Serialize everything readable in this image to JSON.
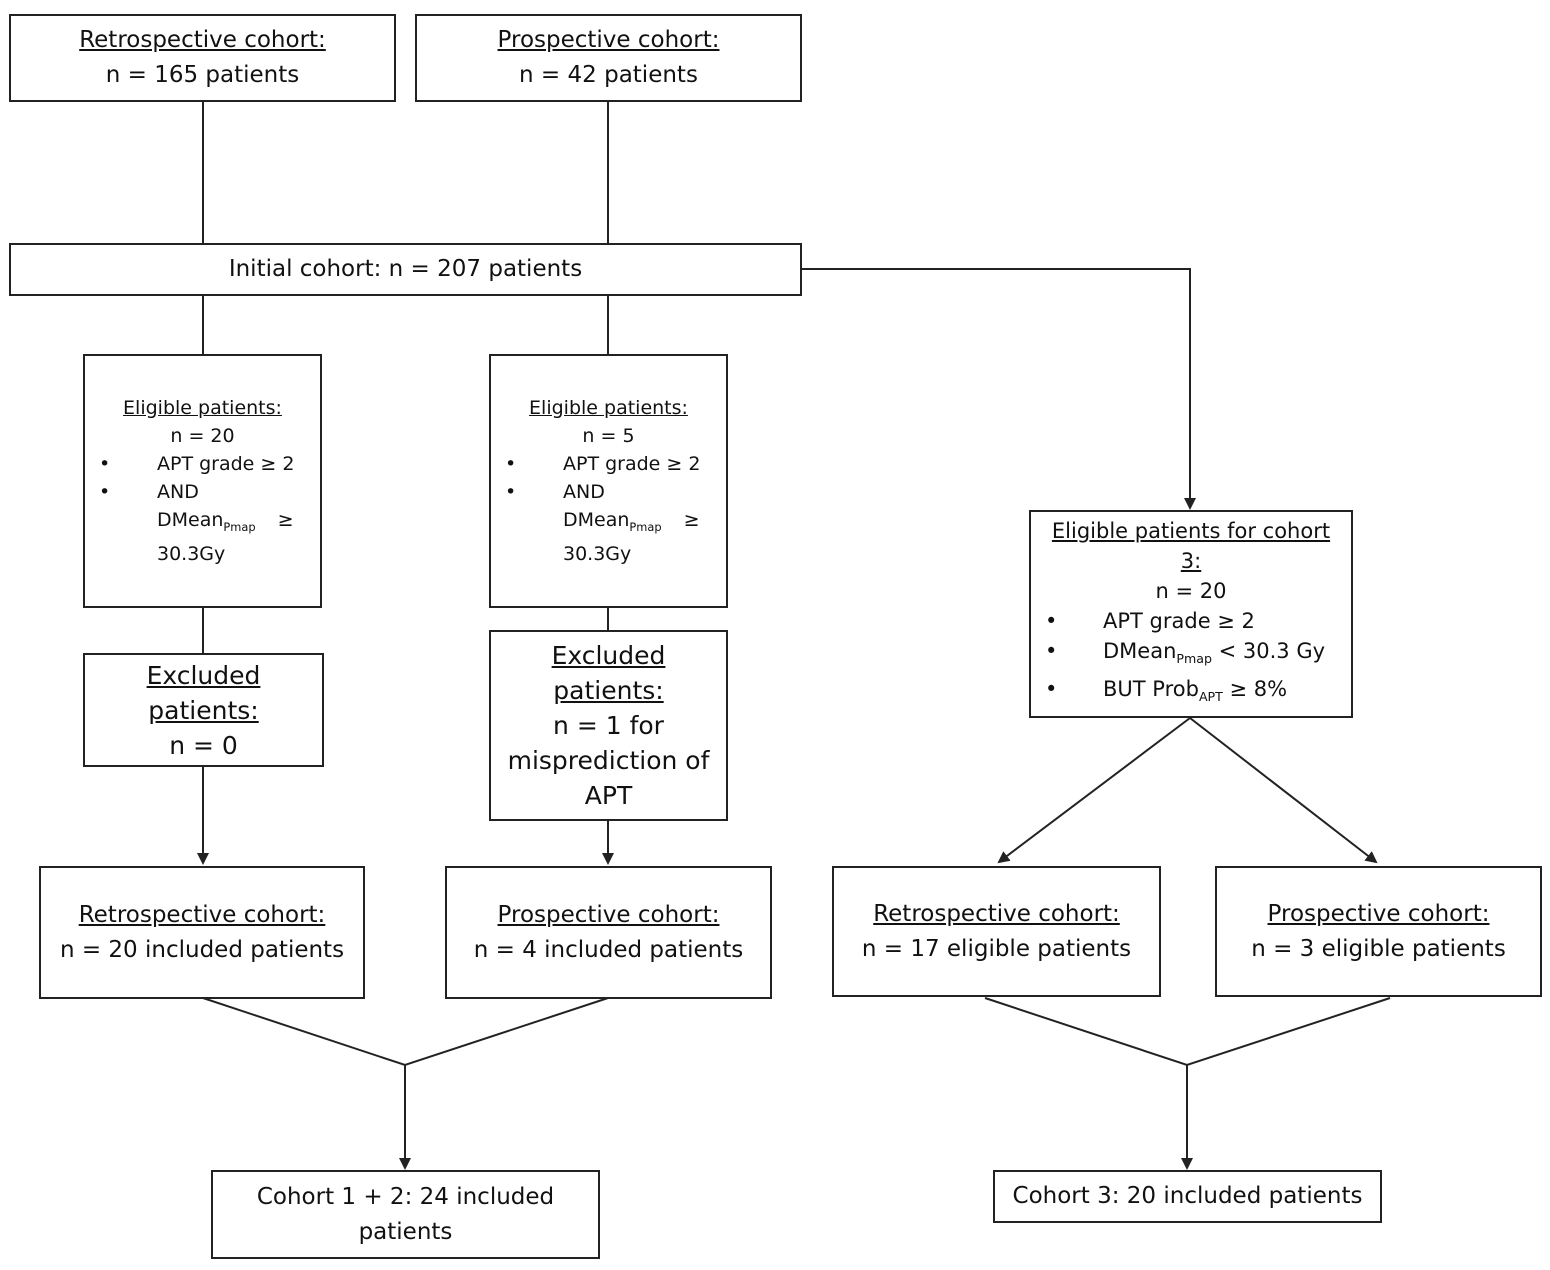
{
  "nodes": {
    "retro_top": {
      "title": "Retrospective cohort:",
      "line": "n = 165 patients"
    },
    "prosp_top": {
      "title": "Prospective cohort:",
      "line": "n = 42 patients"
    },
    "initial": {
      "label": "Initial cohort: n = 207 patients"
    },
    "elig_left": {
      "title": "Eligible patients:",
      "n": "n = 20",
      "bullet": "•",
      "c1": "APT grade ≥ 2",
      "c2": "AND",
      "c3_main": "DMean",
      "c3_sub": "Pmap",
      "c3_op": "≥",
      "c3_val": "30.3Gy"
    },
    "elig_mid": {
      "title": "Eligible patients:",
      "n": "n = 5",
      "bullet": "•",
      "c1": "APT grade ≥ 2",
      "c2": "AND",
      "c3_main": "DMean",
      "c3_sub": "Pmap",
      "c3_op": "≥",
      "c3_val": "30.3Gy"
    },
    "elig_c3": {
      "title": "Eligible patients for cohort 3:",
      "n": "n = 20",
      "bullet": "•",
      "c1": "APT grade ≥ 2",
      "c2_main": "DMean",
      "c2_sub": "Pmap",
      "c2_rest": " < 30.3 Gy",
      "c3_main": "BUT Prob",
      "c3_sub": "APT",
      "c3_rest": " ≥ 8%"
    },
    "excl_left": {
      "title": "Excluded patients:",
      "line": "n = 0"
    },
    "excl_mid": {
      "title": "Excluded patients:",
      "line1": "n = 1 for misprediction of APT"
    },
    "retro_inc": {
      "title": "Retrospective cohort:",
      "line": "n = 20 included patients"
    },
    "prosp_inc": {
      "title": "Prospective cohort:",
      "line": "n = 4 included patients"
    },
    "retro_elig": {
      "title": "Retrospective cohort:",
      "line": "n = 17 eligible patients"
    },
    "prosp_elig": {
      "title": "Prospective cohort:",
      "line": "n = 3 eligible patients"
    },
    "cohort12": {
      "label": "Cohort 1 + 2: 24 included patients"
    },
    "cohort3": {
      "label": "Cohort 3: 20 included patients"
    }
  },
  "colors": {
    "line": "#222222",
    "fill": "#ffffff",
    "text": "#111111"
  }
}
